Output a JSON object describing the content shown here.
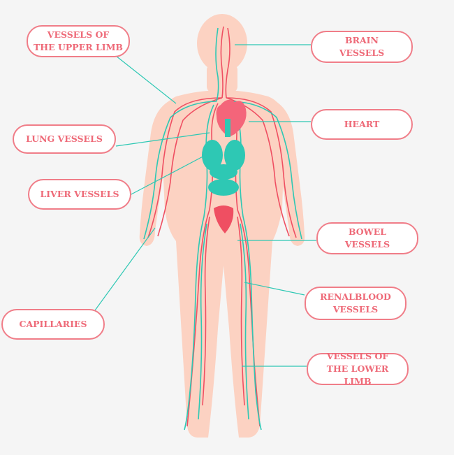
{
  "colors": {
    "background": "#f5f5f5",
    "body": "#fcd2c2",
    "vessel_red": "#ef4f62",
    "vessel_teal": "#2ec8b4",
    "organ_teal": "#2ec8b4",
    "heart": "#f4657a",
    "label_border": "#f07d88",
    "label_text": "#ee6a78",
    "leader_line": "#2ec8b4"
  },
  "labels": {
    "upper_limb": [
      "VESSELS OF",
      "THE UPPER LIMB"
    ],
    "lung": [
      "LUNG VESSELS"
    ],
    "liver": [
      "LIVER VESSELS"
    ],
    "capillaries": [
      "CAPILLARIES"
    ],
    "brain": [
      "BRAIN",
      "VESSELS"
    ],
    "heart": [
      "HEART"
    ],
    "bowel": [
      "BOWEL",
      "VESSELS"
    ],
    "renal": [
      "RENALBLOOD",
      "VESSELS"
    ],
    "lower_limb": [
      "VESSELS OF",
      "THE LOWER LIMB"
    ]
  }
}
